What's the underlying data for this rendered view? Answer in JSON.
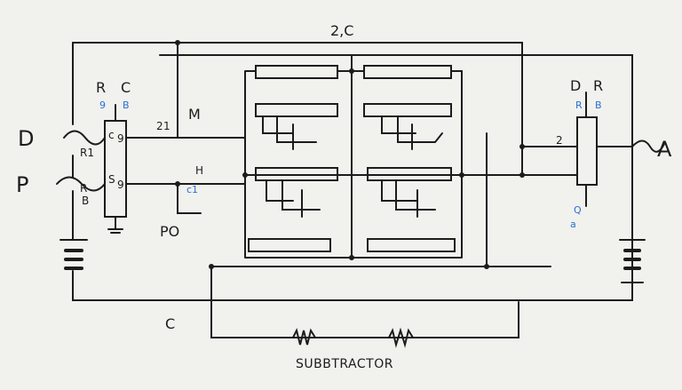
{
  "diagram": {
    "top_label": "2,C",
    "caption": "SUBBTRACTOR",
    "left_block": {
      "label_r": "R",
      "label_c": "C",
      "input_d": "D",
      "input_p": "P",
      "label_r1": "R1",
      "label_r2": "R",
      "label_b": "B",
      "pin_top_left": "9",
      "pin_top_right": "B",
      "pin_1": "c",
      "pin_2": "9",
      "pin_3": "S",
      "pin_4": "9",
      "wire_label_2": "2",
      "wire_label_1": "1",
      "wire_label_m": "M",
      "wire_label_h": "H",
      "pin_c1": "c1",
      "label_po": "PO"
    },
    "right_block": {
      "label_d": "D",
      "label_r": "R",
      "pin_r": "R",
      "pin_b": "B",
      "wire_label_2": "2",
      "label_a": "A",
      "label_q": "Q",
      "label_a2": "a"
    },
    "bottom_left_label": "C"
  },
  "colors": {
    "ink": "#1c1c1c",
    "accent": "#2a6fd0",
    "background": "#f1f1ee"
  }
}
